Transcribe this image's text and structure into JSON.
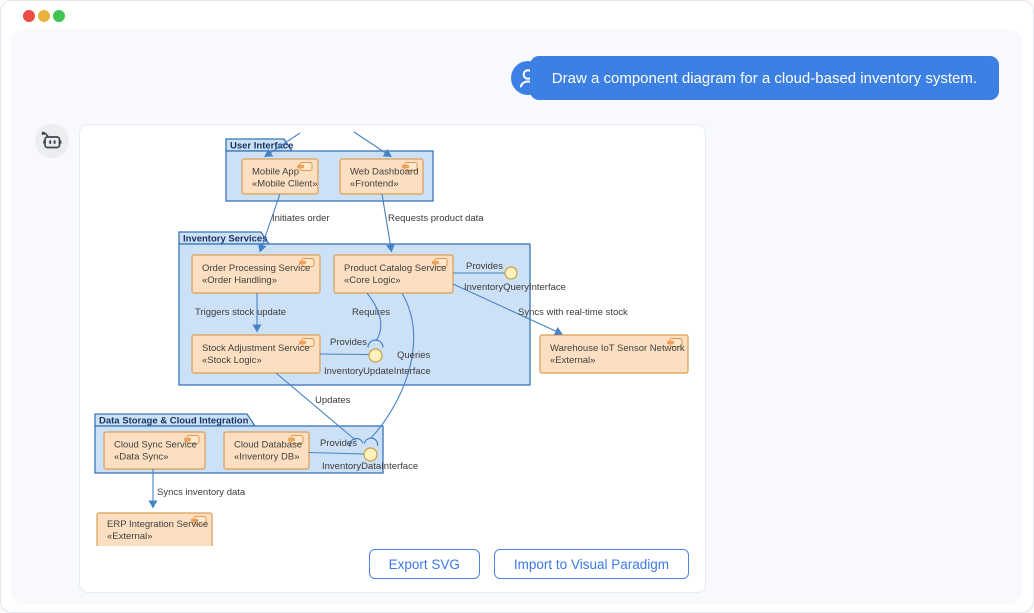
{
  "window": {
    "controls": [
      {
        "name": "close",
        "color": "#ef4b47"
      },
      {
        "name": "minimize",
        "color": "#eab33b"
      },
      {
        "name": "zoom",
        "color": "#3fc353"
      }
    ]
  },
  "chat": {
    "user_message": "Draw a component diagram for a cloud-based inventory system."
  },
  "diagram": {
    "packages": [
      {
        "label": "User Interface"
      },
      {
        "label": "Inventory Services"
      },
      {
        "label": "Data Storage & Cloud Integration"
      }
    ],
    "components": [
      {
        "name": "Mobile App",
        "stereotype": "«Mobile Client»"
      },
      {
        "name": "Web Dashboard",
        "stereotype": "«Frontend»"
      },
      {
        "name": "Order Processing Service",
        "stereotype": "«Order Handling»"
      },
      {
        "name": "Product Catalog Service",
        "stereotype": "«Core Logic»"
      },
      {
        "name": "Stock Adjustment Service",
        "stereotype": "«Stock Logic»"
      },
      {
        "name": "Warehouse IoT Sensor Network",
        "stereotype": "«External»"
      },
      {
        "name": "Cloud Sync Service",
        "stereotype": "«Data Sync»"
      },
      {
        "name": "Cloud Database",
        "stereotype": "«Inventory DB»"
      },
      {
        "name": "ERP Integration Service",
        "stereotype": "«External»"
      }
    ],
    "interfaces": [
      {
        "provides_label": "Provides",
        "name": "InventoryQueryInterface"
      },
      {
        "provides_label": "Provides",
        "name": "InventoryUpdateInterface"
      },
      {
        "provides_label": "Provides",
        "name": "InventoryDataInterface"
      }
    ],
    "edges": [
      {
        "label": "Initiates order"
      },
      {
        "label": "Requests product data"
      },
      {
        "label": "Triggers stock update"
      },
      {
        "label": "Requires"
      },
      {
        "label": "Queries"
      },
      {
        "label": "Syncs with real-time stock"
      },
      {
        "label": "Updates"
      },
      {
        "label": "Syncs inventory data"
      }
    ]
  },
  "actions": {
    "export_svg": "Export SVG",
    "import_vp": "Import to Visual Paradigm"
  },
  "colors": {
    "accent_blue": "#3c80e4",
    "panel_bg": "#f7f9fc",
    "package_fill": "#cde1f6",
    "package_border": "#3a74b8",
    "component_fill": "#fcdfc0",
    "component_border": "#dd9e56",
    "interface_fill": "#fdf1bd",
    "interface_border": "#cf9e45",
    "edge": "#4583c6"
  }
}
